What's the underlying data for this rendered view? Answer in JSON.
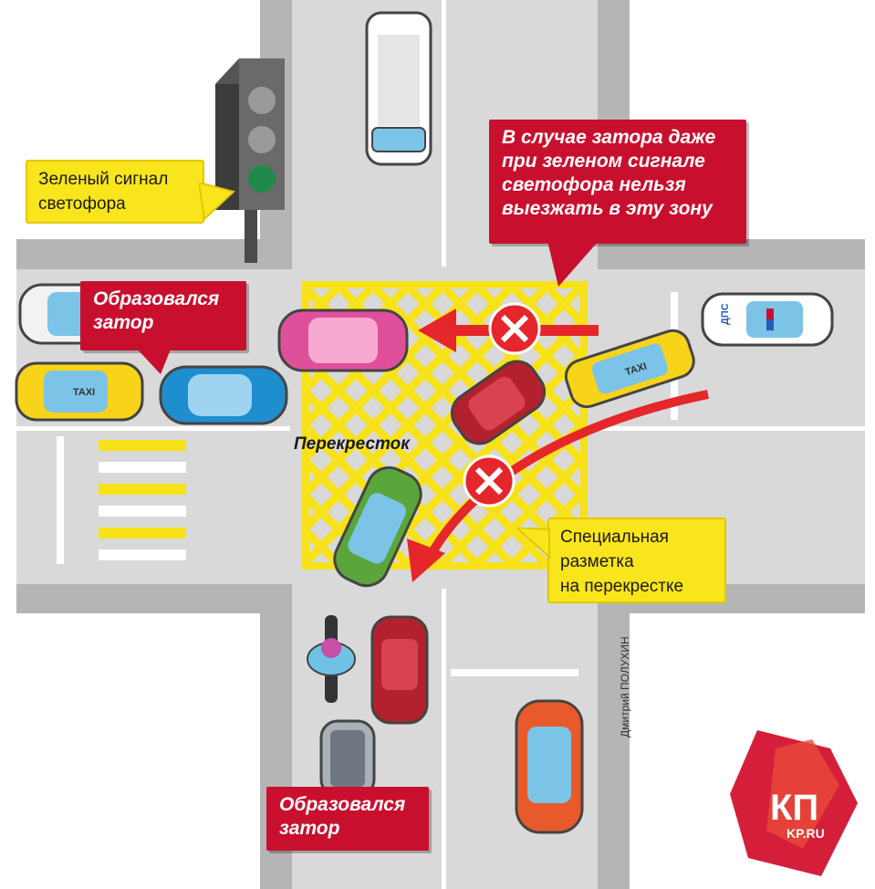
{
  "callouts": {
    "green_signal": [
      "Зеленый сигнал",
      "светофора"
    ],
    "warning_zone": [
      "В случае затора даже",
      "при зеленом сигнале",
      "светофора нельзя",
      "выезжать в эту зону"
    ],
    "jam_left": [
      "Образовался",
      "затор"
    ],
    "jam_bottom": [
      "Образовался",
      "затор"
    ],
    "special_marking": [
      "Специальная",
      "разметка",
      "на перекрестке"
    ]
  },
  "labels": {
    "intersection": "Перекресток",
    "credit": "Дмитрий ПОЛУХИН",
    "taxi_sign": "TAXI",
    "police_sign": "ДПС"
  },
  "logo": {
    "main": "КП",
    "sub": "KP.RU"
  },
  "colors": {
    "callout_red": "#c8102e",
    "callout_yellow": "#f9e51b",
    "road": "#d9d9d9",
    "sidewalk": "#b0b0b0",
    "marking_yellow": "#f7e21a",
    "arrow_red": "#e5262b",
    "signal_green": "#1f8a4c"
  }
}
